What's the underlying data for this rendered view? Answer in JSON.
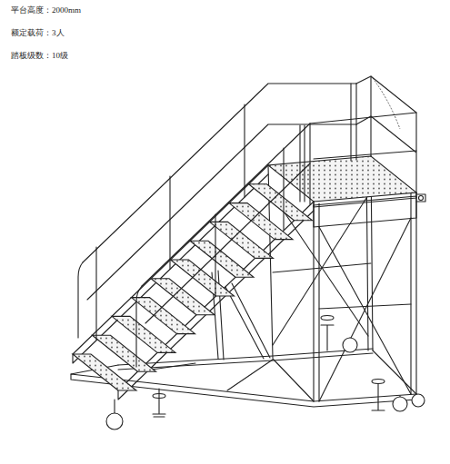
{
  "diagram": {
    "labels": [
      "平台高度：2000mm",
      "额定载荷：3人",
      "踏板级数：10级"
    ]
  }
}
